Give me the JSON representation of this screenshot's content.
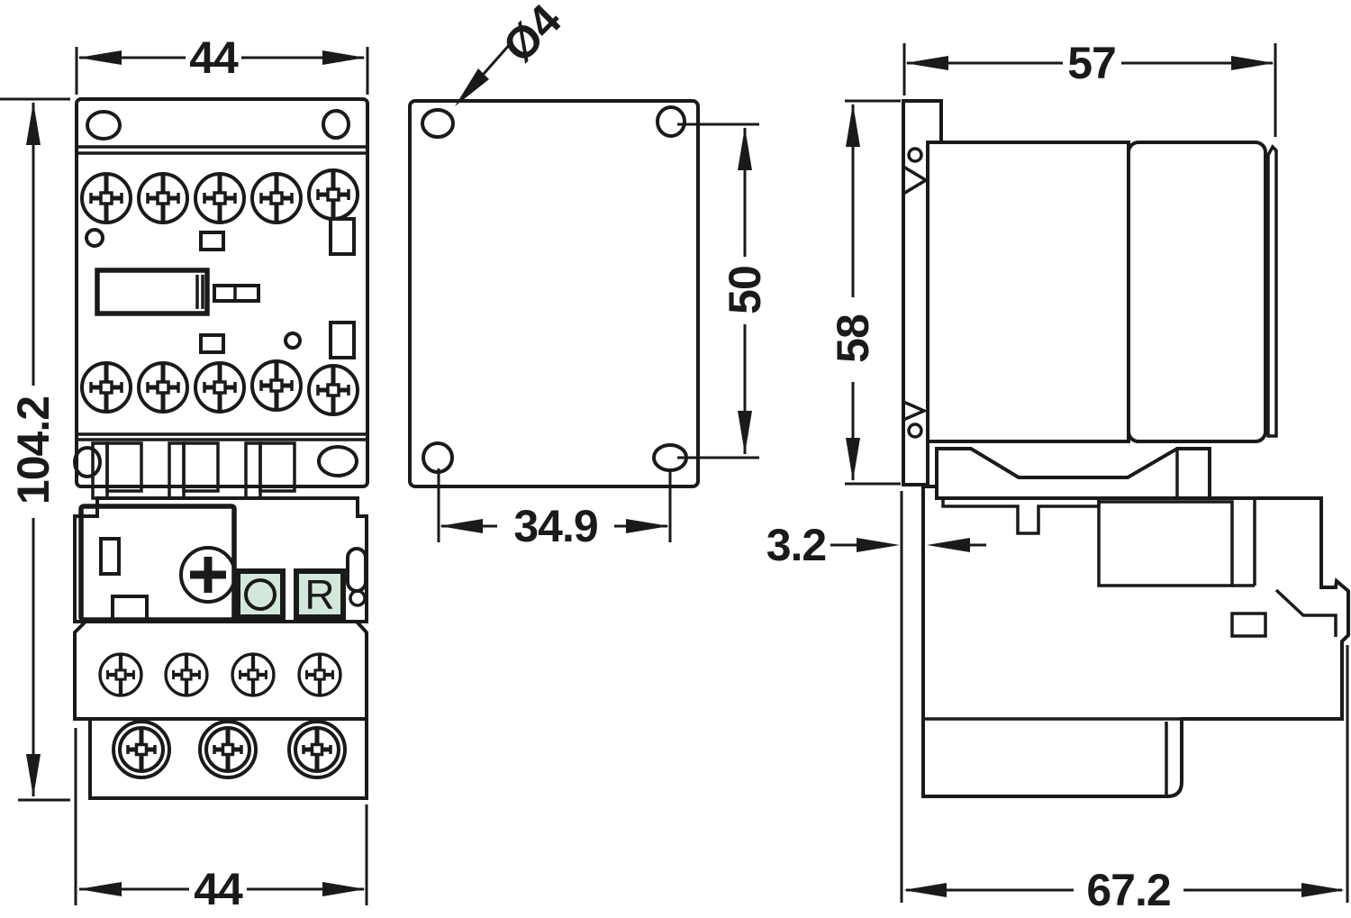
{
  "drawing": {
    "type": "contactor-with-overload-relay-dimension-drawing",
    "colors": {
      "background": "#ffffff",
      "line": "#1a1a1a",
      "body_dark_green": "#9bc6ae",
      "body_light_green": "#d3e8dc"
    },
    "front_view": {
      "dim_width_top": "44",
      "dim_height": "104.2",
      "dim_width_bottom": "44",
      "reset_button_label": "R"
    },
    "drilling_plan": {
      "dim_hole_diameter": "Ø4",
      "dim_vertical_pitch": "50",
      "dim_horizontal_pitch": "34.9"
    },
    "side_view": {
      "dim_width": "57",
      "dim_rail_height": "58",
      "dim_rail_offset": "3.2",
      "dim_total_depth": "67.2"
    }
  }
}
